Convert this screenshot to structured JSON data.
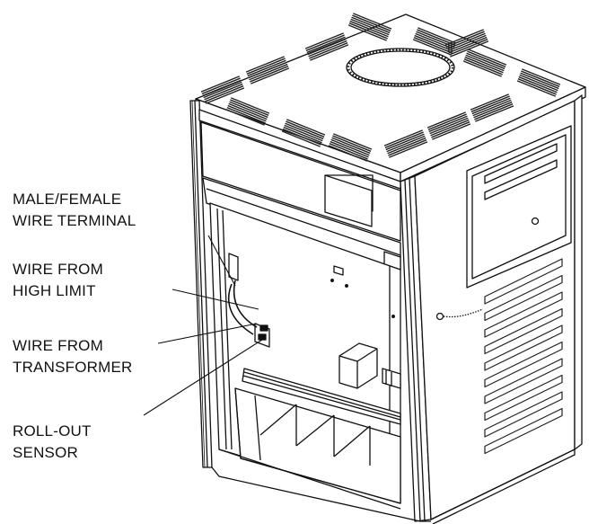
{
  "callouts": [
    {
      "id": "male-female-wire-terminal",
      "lines": [
        "MALE/FEMALE",
        "WIRE TERMINAL"
      ]
    },
    {
      "id": "wire-from-high-limit",
      "lines": [
        "WIRE FROM",
        "HIGH LIMIT"
      ]
    },
    {
      "id": "wire-from-transformer",
      "lines": [
        "WIRE FROM",
        "TRANSFORMER"
      ]
    },
    {
      "id": "roll-out-sensor",
      "lines": [
        "ROLL-OUT",
        "SENSOR"
      ]
    }
  ],
  "colors": {
    "ink": "#111111",
    "paper": "#ffffff",
    "louver": "#222222"
  }
}
